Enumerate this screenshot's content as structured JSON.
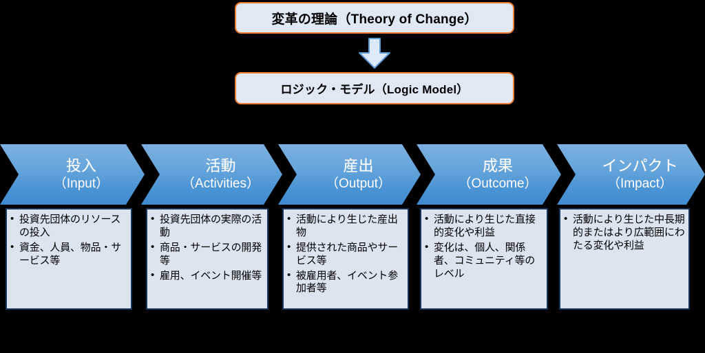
{
  "diagram": {
    "top_boxes": [
      {
        "id": "theory-of-change",
        "label": "変革の理論（Theory of Change）"
      },
      {
        "id": "logic-model",
        "label": "ロジック・モデル（Logic Model）"
      }
    ],
    "connector": {
      "icon": "down-arrow-icon",
      "fill": "#dce9f7",
      "stroke": "#5b9bd5"
    },
    "stages": [
      {
        "id": "input",
        "ja": "投入",
        "en": "（Input）",
        "bullets": [
          "投資先団体のリソースの投入",
          "資金、人員、物品・サービス等"
        ]
      },
      {
        "id": "activities",
        "ja": "活動",
        "en": "（Activities）",
        "bullets": [
          "投資先団体の実際の活動",
          "商品・サービスの開発等",
          "雇用、イベント開催等"
        ]
      },
      {
        "id": "output",
        "ja": "産出",
        "en": "（Output）",
        "bullets": [
          "活動により生じた産出物",
          "提供された商品やサービス等",
          "被雇用者、イベント参加者等"
        ]
      },
      {
        "id": "outcome",
        "ja": "成果",
        "en": "（Outcome）",
        "bullets": [
          "活動により生じた直接的変化や利益",
          "変化は、個人、関係者、コミュニティ等のレベル"
        ]
      },
      {
        "id": "impact",
        "ja": "インパクト",
        "en": "（Impact）",
        "bullets": [
          "活動により生じた中長期的またはより広範囲にわたる変化や利益"
        ]
      }
    ]
  },
  "colors": {
    "background": "#000000",
    "top_box_fill": "#dfe8f3",
    "top_box_border": "#ed7d31",
    "chevron_light": "#7cb0e0",
    "chevron_dark": "#3f8bd0",
    "bullet_box_fill": "#dce4f0",
    "bullet_box_border": "#17365d",
    "chevron_text": "#ffffff"
  }
}
